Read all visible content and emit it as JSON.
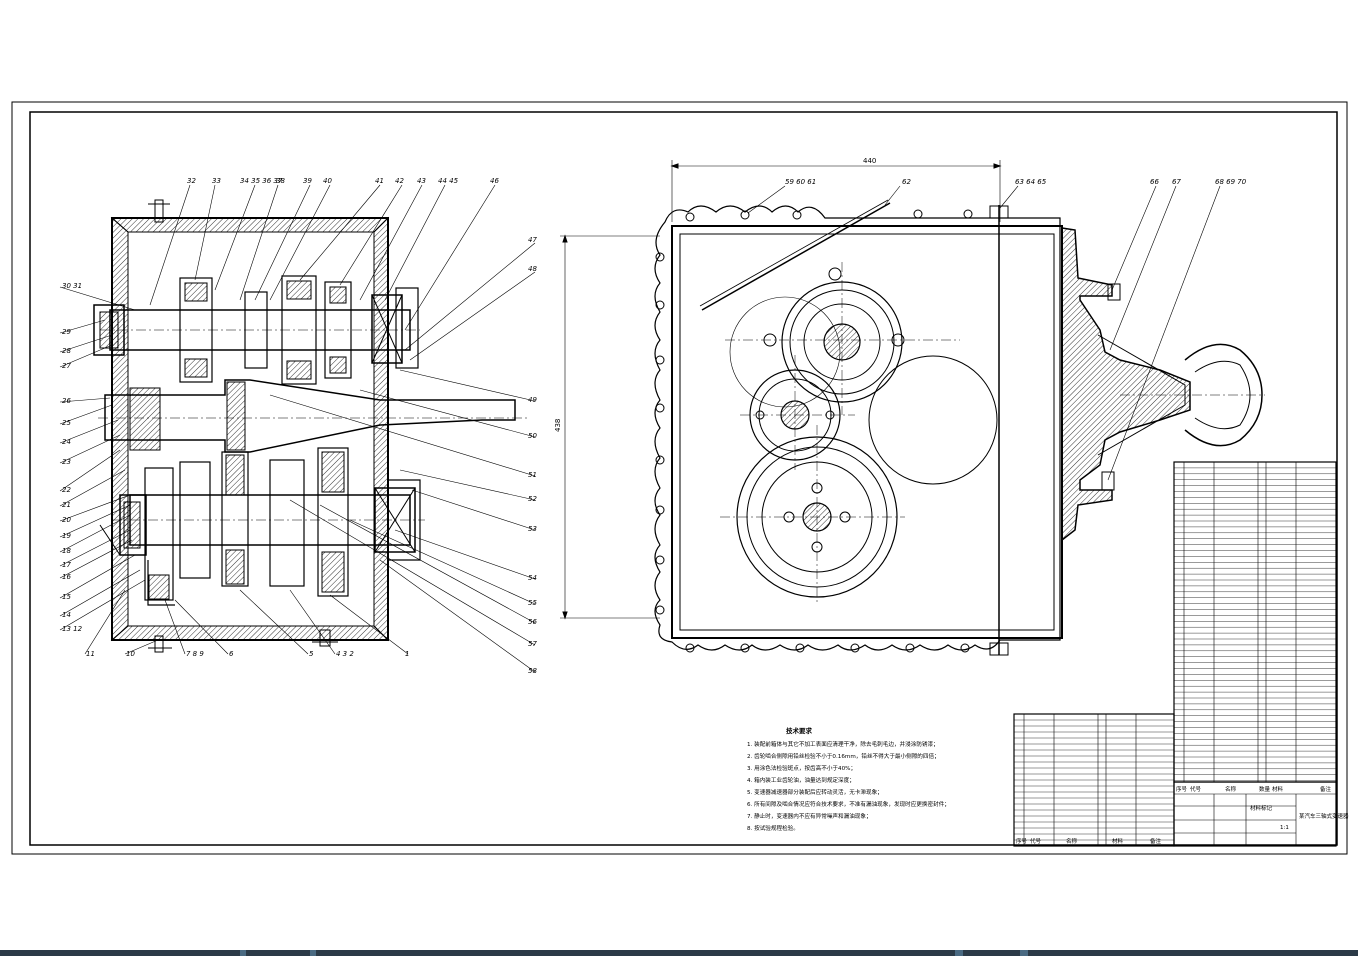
{
  "drawing": {
    "dimensions": {
      "overall_width": "440",
      "overall_height": "438"
    },
    "left_leaders": [
      "30 31",
      "29",
      "28",
      "27",
      "26",
      "25",
      "24",
      "23",
      "22",
      "21",
      "20",
      "19",
      "18",
      "17",
      "16",
      "15",
      "14",
      "13 12",
      "11",
      "10",
      "7 8 9",
      "6",
      "5",
      "4 3 2",
      "1"
    ],
    "top_leaders": [
      "32",
      "33",
      "34 35 36 37",
      "38",
      "39",
      "40",
      "41",
      "42",
      "43",
      "44 45",
      "46"
    ],
    "right_leaders": [
      "47",
      "48",
      "49",
      "50",
      "51",
      "52",
      "53",
      "54",
      "55",
      "56",
      "57",
      "58"
    ],
    "side_view_leaders": [
      "59 60 61",
      "62",
      "63 64 65",
      "66",
      "67",
      "68 69 70"
    ],
    "tech_requirements": {
      "title": "技术要求",
      "items": [
        "1. 装配前箱体与其它不加工表面应清理干净，除去毛刺毛边，并浸涂防锈漆；",
        "2. 齿轮啮合侧隙用铅丝检验不小于0.16mm，铅丝不得大于最小侧隙的四倍；",
        "3. 用涂色法检验斑点，按齿高不小于40%；",
        "4. 箱内装工业齿轮油，油量达到规定深度；",
        "5. 变速器减速器部分装配后应转动灵活，无卡滞现象；",
        "6. 所有间隙及啮合情况应符合技术要求，不准有漏油现象，发现时应更换密封件；",
        "7. 静止时，变速器内不应有异常噪声和漏油现象；",
        "8. 按试验规程检验。"
      ]
    },
    "title_block": {
      "drawing_name": "某汽车三轴式变速器",
      "material_mark": "材料标记",
      "scale": "1:1"
    },
    "bom_header": [
      "序号",
      "代号",
      "名称",
      "数量",
      "材料",
      "备注"
    ]
  }
}
